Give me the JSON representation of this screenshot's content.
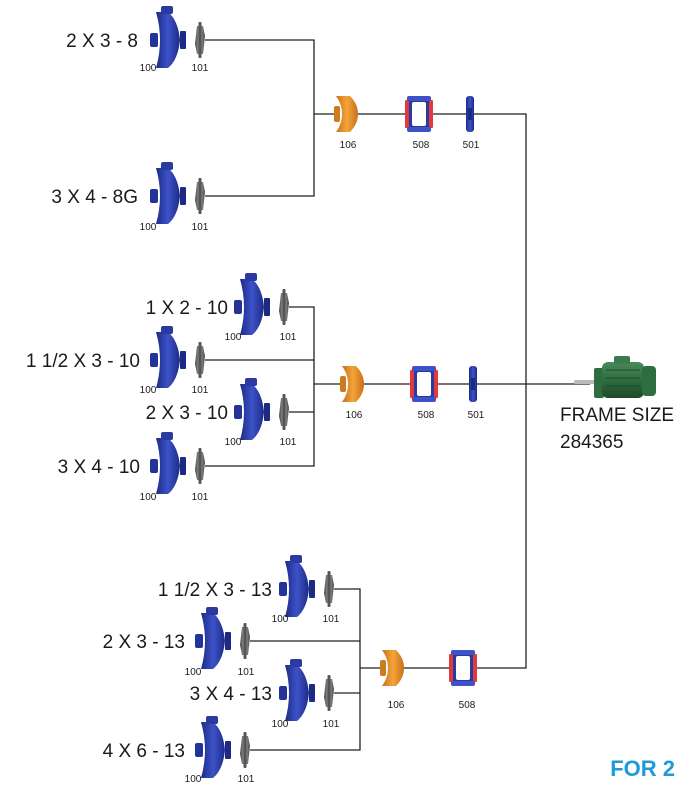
{
  "groups": [
    {
      "pumps": [
        {
          "label": "2 X 3 - 8",
          "casing_part": "100",
          "impeller_part": "101"
        },
        {
          "label": "3 X 4 - 8G",
          "casing_part": "100",
          "impeller_part": "101"
        }
      ],
      "adapter_part": "106",
      "frame_part": "508",
      "cover_part": "501"
    },
    {
      "pumps": [
        {
          "label": "1 X 2 - 10",
          "casing_part": "100",
          "impeller_part": "101"
        },
        {
          "label": "1 1/2 X 3 - 10",
          "casing_part": "100",
          "impeller_part": "101"
        },
        {
          "label": "2 X 3 - 10",
          "casing_part": "100",
          "impeller_part": "101"
        },
        {
          "label": "3 X 4 - 10",
          "casing_part": "100",
          "impeller_part": "101"
        }
      ],
      "adapter_part": "106",
      "frame_part": "508",
      "cover_part": "501"
    },
    {
      "pumps": [
        {
          "label": "1 1/2 X 3 - 13",
          "casing_part": "100",
          "impeller_part": "101"
        },
        {
          "label": "2 X 3 - 13",
          "casing_part": "100",
          "impeller_part": "101"
        },
        {
          "label": "3 X 4 - 13",
          "casing_part": "100",
          "impeller_part": "101"
        },
        {
          "label": "4 X 6 - 13",
          "casing_part": "100",
          "impeller_part": "101"
        }
      ],
      "adapter_part": "106",
      "frame_part": "508"
    }
  ],
  "motor": {
    "line1": "FRAME SIZE",
    "line2": "284365"
  },
  "footer": "FOR 2",
  "colors": {
    "casing": "#2a3aa0",
    "impeller": "#6a6a6a",
    "adapter": "#e8901e",
    "frame_ring": "#e23a3a",
    "motor": "#2e6e3e",
    "footer": "#1f9ad8"
  }
}
